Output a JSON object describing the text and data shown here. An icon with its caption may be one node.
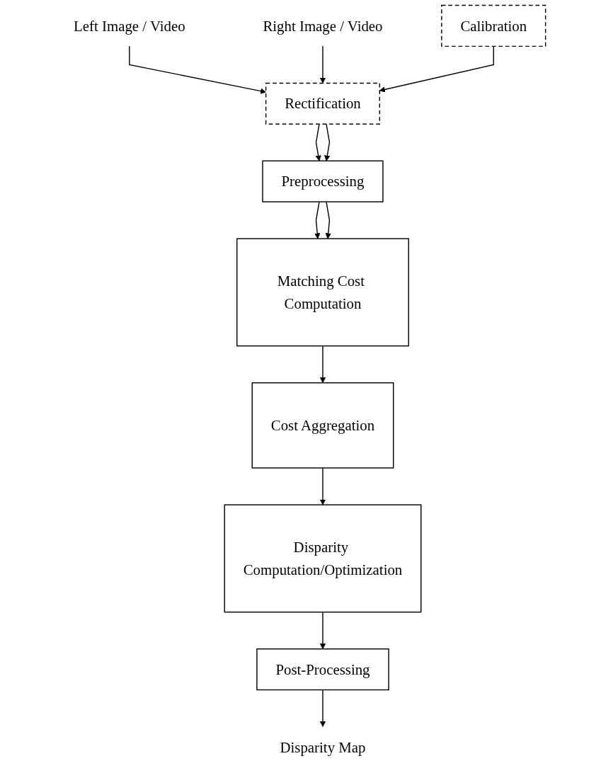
{
  "diagram": {
    "nodes": [
      {
        "text": [
          "Left Image / Video"
        ]
      },
      {
        "text": [
          "Right Image / Video"
        ]
      },
      {
        "text": [
          "Calibration"
        ]
      },
      {
        "text": [
          "Rectification"
        ]
      },
      {
        "text": [
          "Preprocessing"
        ]
      },
      {
        "text": [
          "Matching Cost Computation"
        ]
      },
      {
        "text": [
          "Cost Aggregation"
        ]
      },
      {
        "text": [
          "Disparity Computation/Optimization"
        ]
      },
      {
        "text": [
          "Post-Processing"
        ]
      },
      {
        "text": [
          "Disparity Map"
        ]
      }
    ],
    "edges": [
      {
        "from": 0,
        "to": 3,
        "arrow": "to"
      },
      {
        "from": 1,
        "to": 3,
        "arrow": "to"
      },
      {
        "from": 2,
        "to": 3,
        "arrow": "to"
      },
      {
        "from": 3,
        "to": 4,
        "arrow": "to"
      },
      {
        "from": 3,
        "to": 4,
        "arrow": "to"
      },
      {
        "from": 4,
        "to": 5,
        "arrow": "to"
      },
      {
        "from": 4,
        "to": 5,
        "arrow": "to"
      },
      {
        "from": 5,
        "to": 6,
        "arrow": "to"
      },
      {
        "from": 6,
        "to": 7,
        "arrow": "to"
      },
      {
        "from": 7,
        "to": 8,
        "arrow": "to"
      },
      {
        "from": 8,
        "to": 9,
        "arrow": "to"
      }
    ]
  }
}
